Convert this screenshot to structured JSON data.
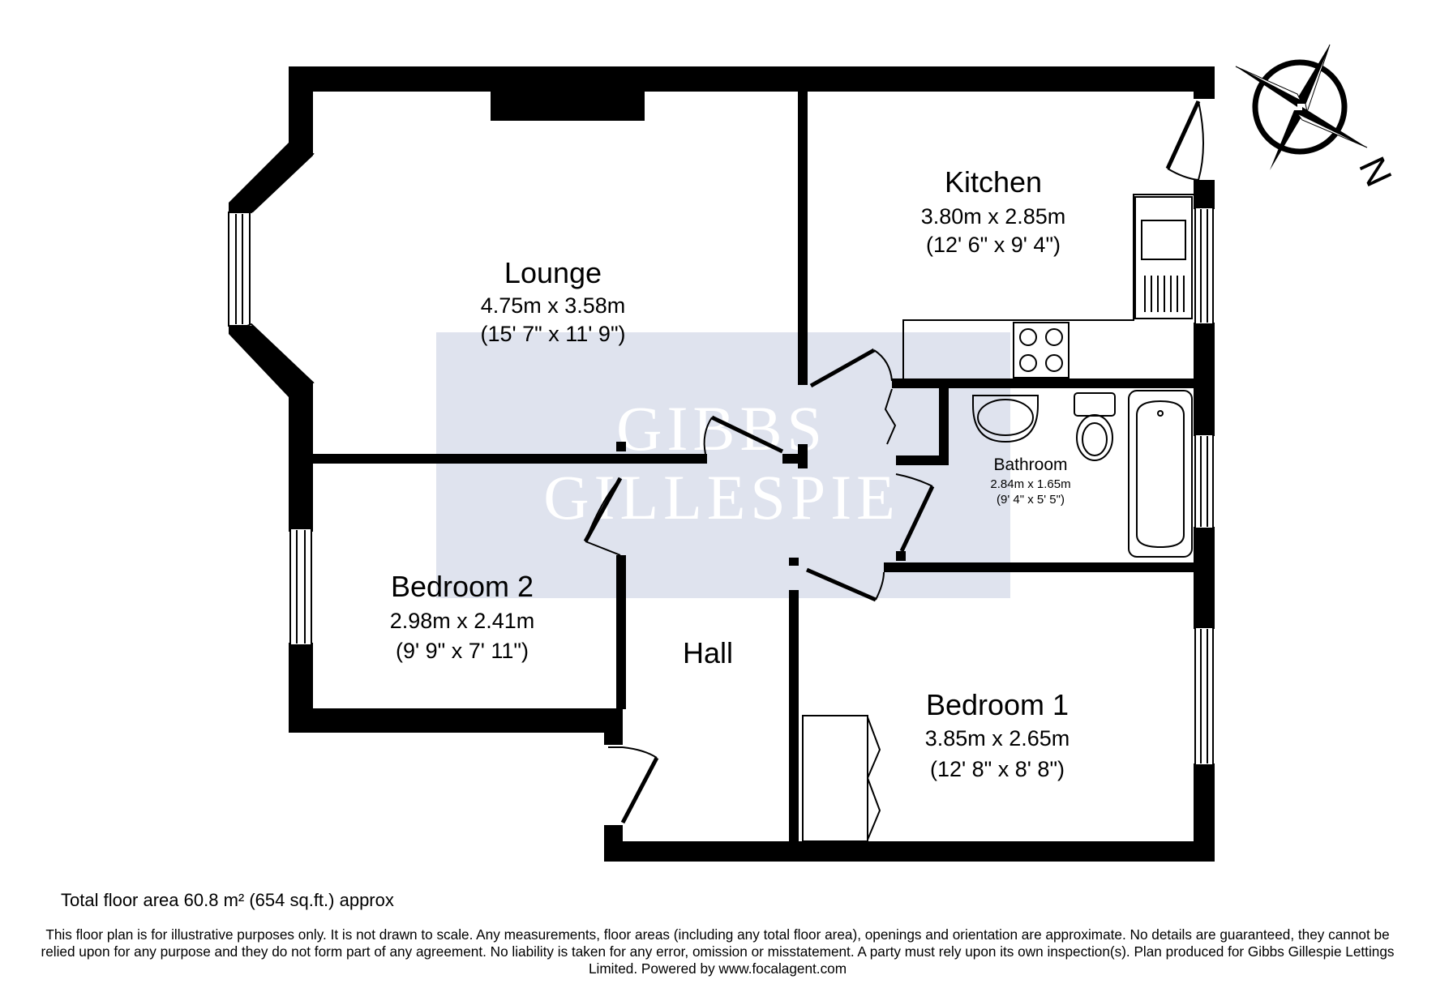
{
  "rooms": {
    "lounge": {
      "name": "Lounge",
      "metric": "4.75m x 3.58m",
      "imperial": "(15' 7\" x 11' 9\")"
    },
    "kitchen": {
      "name": "Kitchen",
      "metric": "3.80m x 2.85m",
      "imperial": "(12' 6\" x 9' 4\")"
    },
    "bathroom": {
      "name": "Bathroom",
      "metric": "2.84m x 1.65m",
      "imperial": "(9' 4\" x 5' 5\")"
    },
    "bedroom2": {
      "name": "Bedroom 2",
      "metric": "2.98m x 2.41m",
      "imperial": "(9' 9\" x 7' 11\")"
    },
    "hall": {
      "name": "Hall"
    },
    "bedroom1": {
      "name": "Bedroom 1",
      "metric": "3.85m x 2.65m",
      "imperial": "(12' 8\" x 8' 8\")"
    }
  },
  "watermark": {
    "line1": "GIBBS",
    "line2": "GILLESPIE",
    "color": "#dfe3ee"
  },
  "compass": {
    "label": "N"
  },
  "footer": {
    "total_area": "Total floor area 60.8 m² (654 sq.ft.) approx",
    "disclaimer": "This floor plan is for illustrative purposes only. It is not drawn to scale. Any measurements, floor areas (including any total floor area), openings and orientation are approximate. No details are guaranteed, they cannot be relied upon for any purpose and they do not form part of any agreement. No liability is taken for any error, omission or misstatement. A party must rely upon its own inspection(s). Plan produced for Gibbs Gillespie Lettings Limited. Powered by www.focalagent.com"
  },
  "colors": {
    "wall": "#000000",
    "background": "#ffffff"
  }
}
